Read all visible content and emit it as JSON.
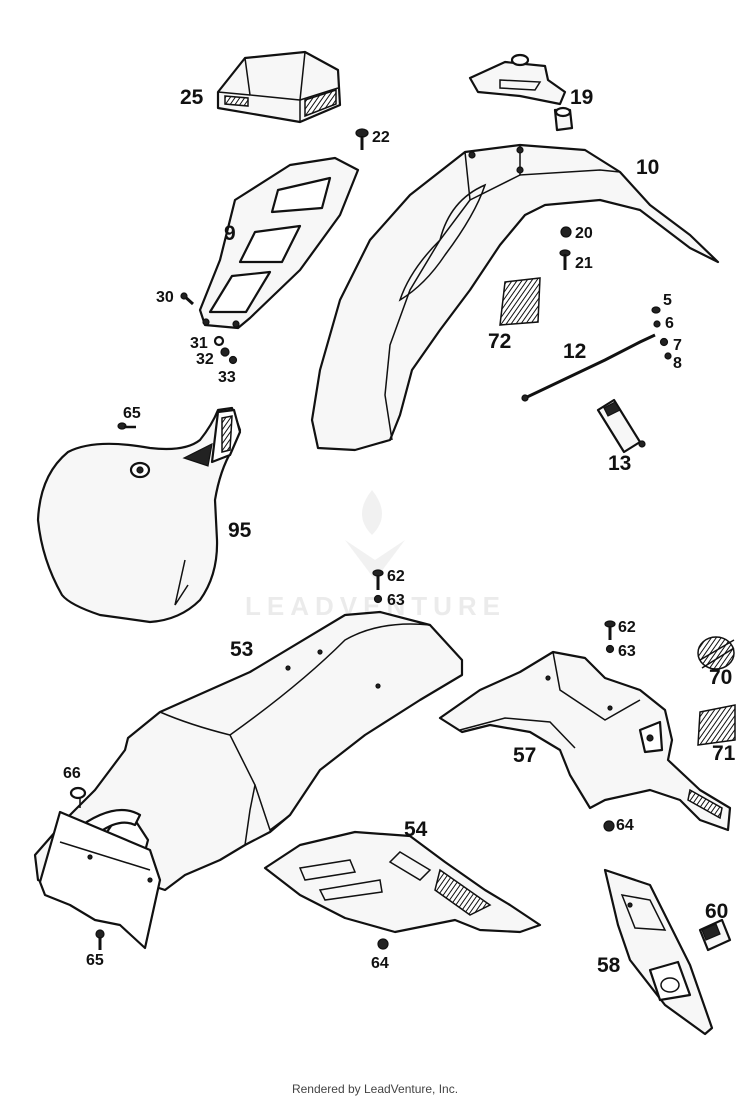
{
  "diagram": {
    "callouts": {
      "p25": "25",
      "p19": "19",
      "p22": "22",
      "p10": "10",
      "p9": "9",
      "p20": "20",
      "p21": "21",
      "p72": "72",
      "p5": "5",
      "p6": "6",
      "p7": "7",
      "p8": "8",
      "p12": "12",
      "p30": "30",
      "p31": "31",
      "p32": "32",
      "p33": "33",
      "p13": "13",
      "p65a": "65",
      "p95": "95",
      "p62a": "62",
      "p63a": "63",
      "p53": "53",
      "p62b": "62",
      "p63b": "63",
      "p70": "70",
      "p57": "57",
      "p71": "71",
      "p66": "66",
      "p54": "54",
      "p64a": "64",
      "p65b": "65",
      "p64b": "64",
      "p58": "58",
      "p60": "60"
    },
    "watermark": "LEADVENTURE"
  },
  "footer": {
    "text": "Rendered by LeadVenture, Inc."
  }
}
